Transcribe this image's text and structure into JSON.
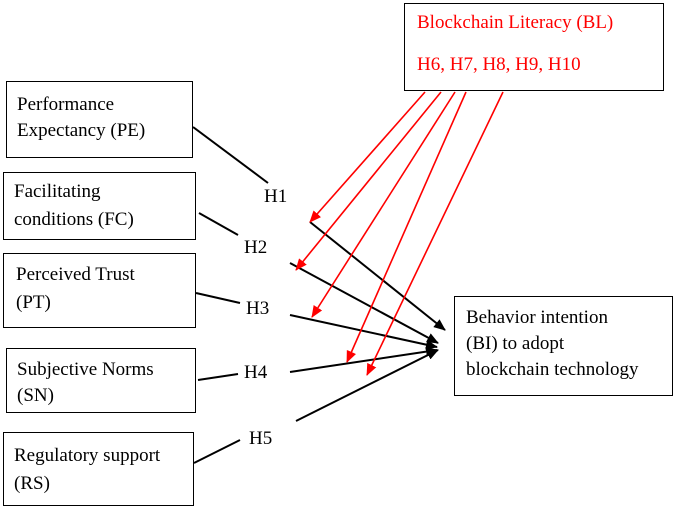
{
  "moderator": {
    "title": "Blockchain Literacy (BL)",
    "hypotheses": "H6, H7, H8, H9, H10",
    "color": "#ff0000"
  },
  "constructs": [
    {
      "line1": "Performance",
      "line2": "Expectancy (PE)"
    },
    {
      "line1": "Facilitating",
      "line2": "conditions (FC)"
    },
    {
      "line1": "Perceived Trust",
      "line2": "(PT)"
    },
    {
      "line1": "Subjective Norms",
      "line2": "(SN)"
    },
    {
      "line1": "Regulatory support",
      "line2": "(RS)"
    }
  ],
  "hypotheses": [
    "H1",
    "H2",
    "H3",
    "H4",
    "H5"
  ],
  "outcome": {
    "line1": "Behavior intention",
    "line2": "(BI) to adopt",
    "line3": "blockchain technology"
  },
  "colors": {
    "direct_path": "#000000",
    "moderation_path": "#ff0000"
  }
}
